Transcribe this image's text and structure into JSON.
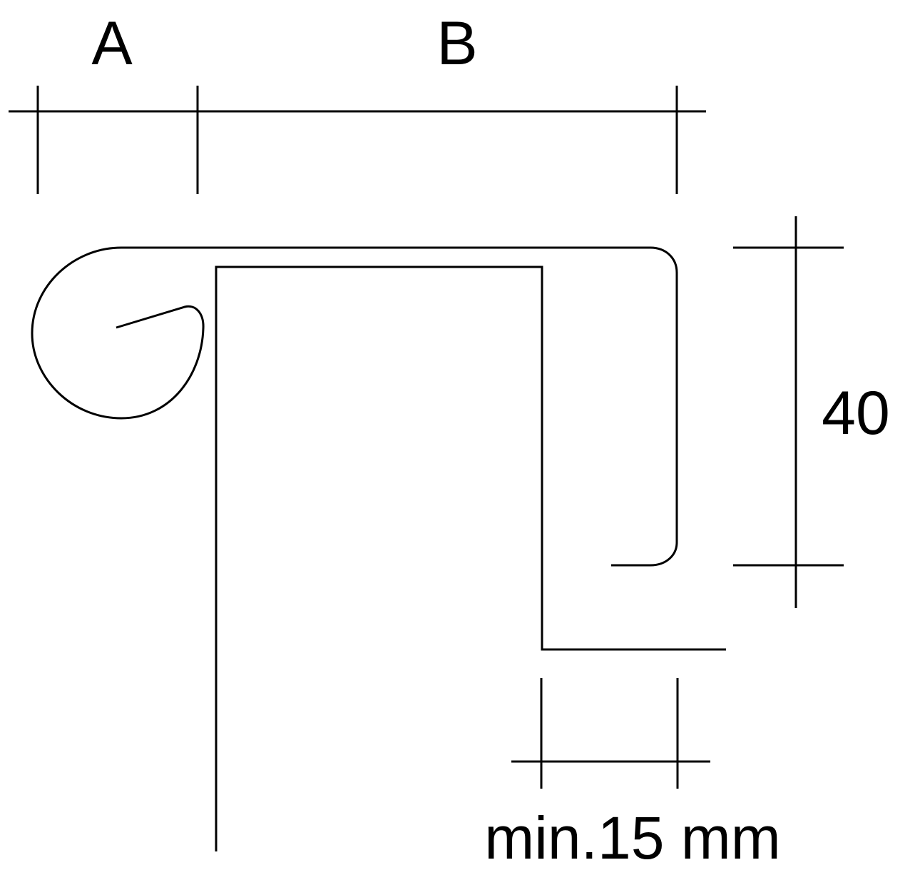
{
  "diagram": {
    "dimensions": {
      "a_label": "A",
      "b_label": "B",
      "height_label": "40",
      "min_width_label": "min.15 mm"
    },
    "colors": {
      "line": "#000000",
      "background": "#ffffff"
    }
  }
}
